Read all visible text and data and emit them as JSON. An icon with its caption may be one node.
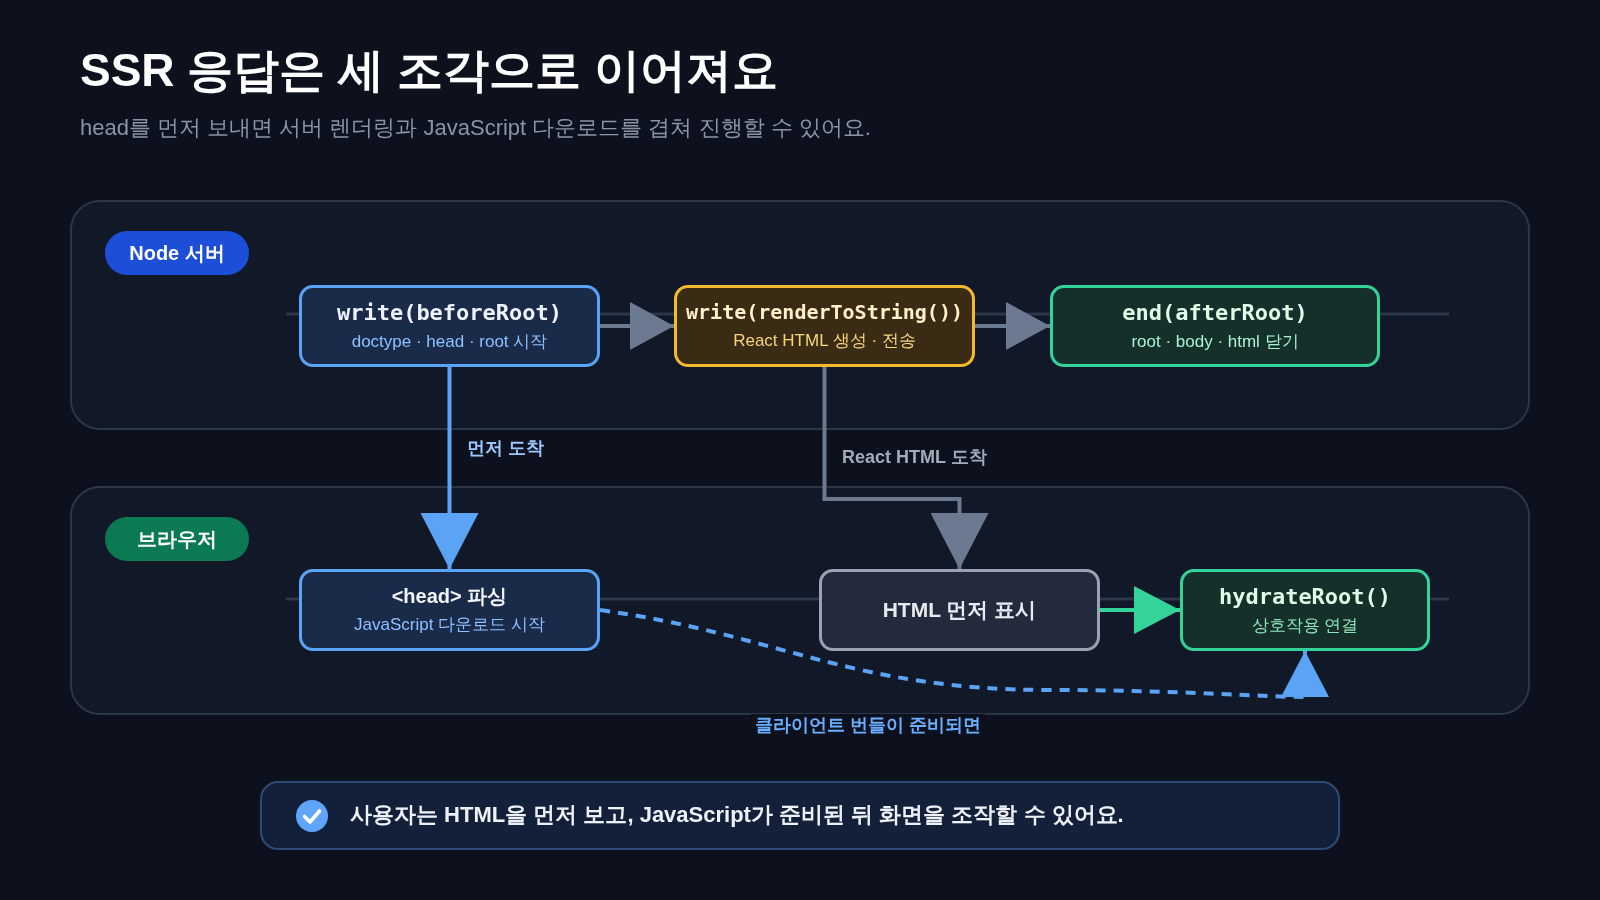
{
  "diagram": {
    "title": "SSR 응답은 세 조각으로 이어져요",
    "nodes": [
      {
        "text": [
          "Node 서버"
        ]
      },
      {
        "text": [
          "write(beforeRoot)",
          "doctype · head · root 시작"
        ],
        "in": 0
      },
      {
        "text": [
          "write(renderToString())",
          "React HTML 생성 · 전송"
        ],
        "in": 0
      },
      {
        "text": [
          "end(afterRoot)",
          "root · body · html 닫기"
        ],
        "in": 0
      },
      {
        "text": [
          "브라우저"
        ]
      },
      {
        "text": [
          "<head> 파싱",
          "JavaScript 다운로드 시작"
        ],
        "in": 4
      },
      {
        "text": [
          "HTML 먼저 표시"
        ],
        "in": 4
      },
      {
        "text": [
          "hydrateRoot()",
          "상호작용 연결"
        ],
        "in": 4
      },
      {
        "text": [
          "사용자는 HTML을 먼저 보고, JavaScript가 준비된 뒤 화면을 조작할 수 있어요."
        ]
      }
    ],
    "edges": [
      {
        "from": 1,
        "to": 2,
        "arrow": "to"
      },
      {
        "from": 2,
        "to": 3,
        "arrow": "to"
      },
      {
        "from": 1,
        "to": 5,
        "arrow": "to",
        "label": "먼저 도착",
        "color": "#5ba3f5"
      },
      {
        "from": 2,
        "to": 6,
        "arrow": "to",
        "label": "React HTML 도착"
      },
      {
        "from": 6,
        "to": 7,
        "arrow": "to",
        "color": "#34d399"
      },
      {
        "from": 5,
        "to": 7,
        "arrow": "to",
        "label": "클라이언트 번들이 준비되면",
        "style": "dashed",
        "color": "#5ba3f5"
      }
    ],
    "labels": [
      "head를 먼저 보내면 서버 렌더링과 JavaScript 다운로드를 겹쳐 진행할 수 있어요."
    ]
  }
}
